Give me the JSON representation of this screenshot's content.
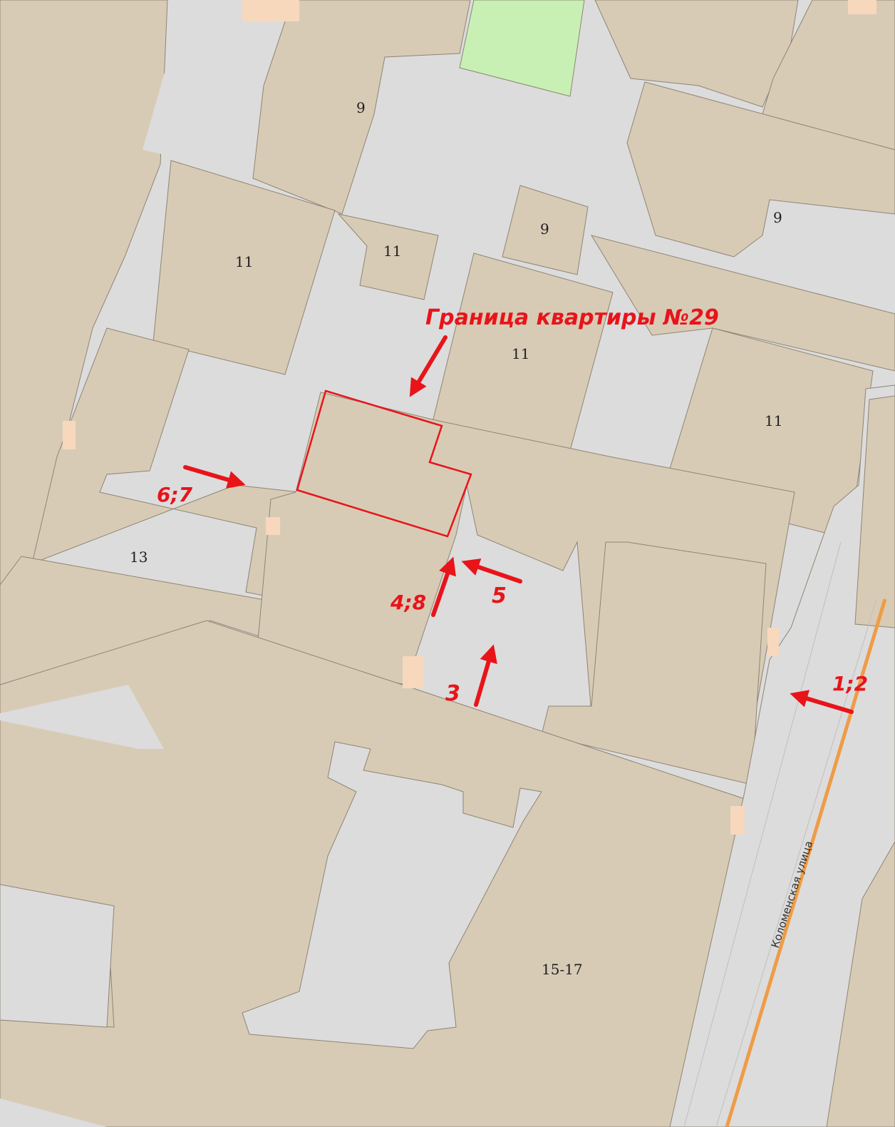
{
  "colors": {
    "building": "#d8cbb6",
    "yard": "#dcdcdc",
    "lawn": "#c8f0b4",
    "path": "#f7d8bd",
    "road_line": "#ef9c47",
    "annotation": "#e8141a"
  },
  "house_numbers": {
    "n9_top": "9",
    "n9_mid": "9",
    "n9_right": "9",
    "n11_left": "11",
    "n11_small": "11",
    "n11_center": "11",
    "n11_right": "11",
    "n13": "13",
    "n15_17": "15-17"
  },
  "street": {
    "name": "Коломенская улица"
  },
  "annotations": {
    "boundary_label": "Граница квартиры №29",
    "arrow_labels": {
      "a12": "1;2",
      "a3": "3",
      "a48": "4;8",
      "a5": "5",
      "a67": "6;7"
    }
  }
}
